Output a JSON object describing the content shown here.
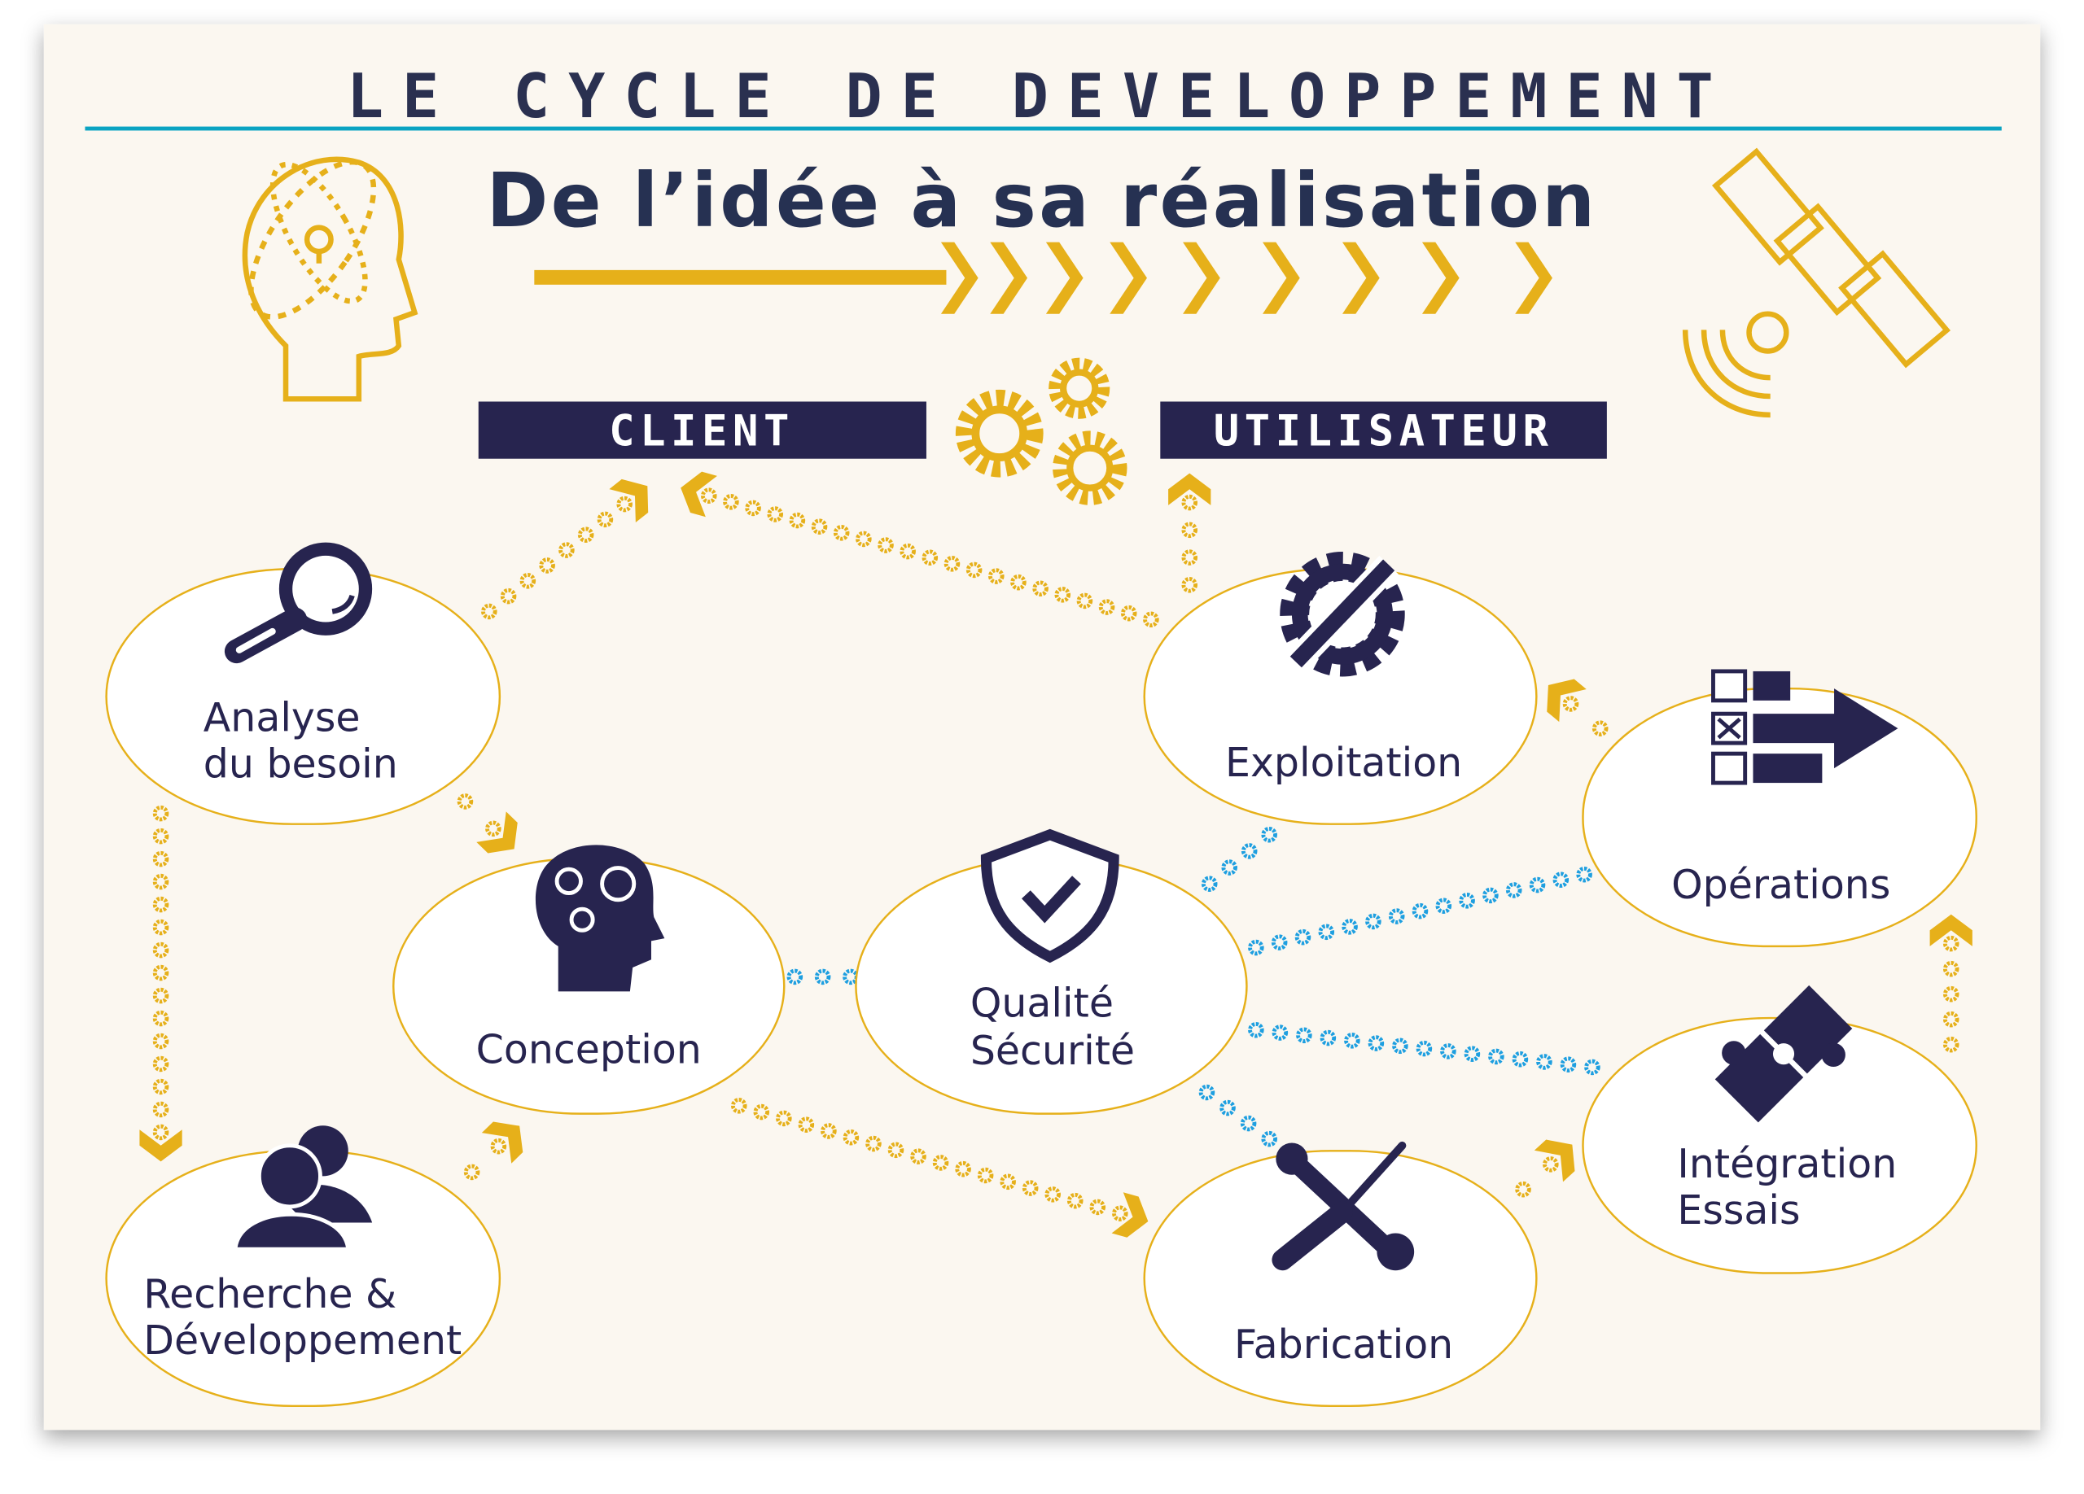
{
  "header": {
    "title": "LE CYCLE DE DEVELOPPEMENT",
    "subtitle": "De l’idée à sa réalisation"
  },
  "tags": {
    "client": "CLIENT",
    "user": "UTILISATEUR"
  },
  "nodes": {
    "analyse": [
      "Analyse",
      "du besoin"
    ],
    "conception": [
      "Conception"
    ],
    "qualite": [
      "Qualité",
      "Sécurité"
    ],
    "exploitation": [
      "Exploitation"
    ],
    "operations": [
      "Opérations"
    ],
    "integration": [
      "Intégration",
      "Essais"
    ],
    "rd": [
      "Recherche &",
      "Développement"
    ],
    "fabrication": [
      "Fabrication"
    ]
  },
  "colors": {
    "navy": "#27244f",
    "gold": "#e6b01a",
    "blue": "#1e9fe0",
    "rule": "#0aa3c2",
    "background": "#fbf7f0"
  }
}
